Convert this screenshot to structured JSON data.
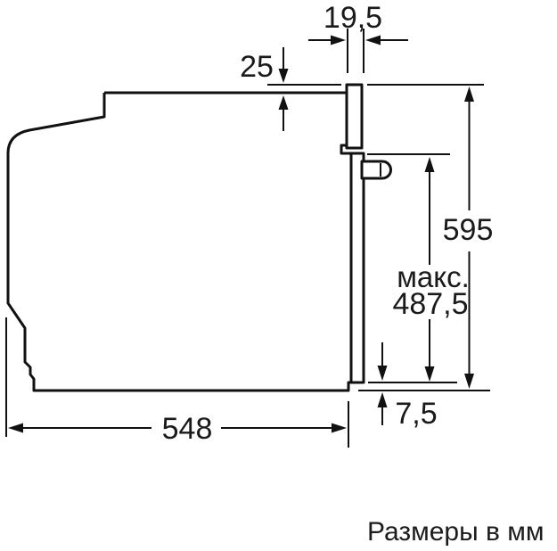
{
  "diagram": {
    "type": "technical-drawing",
    "subject": "built-in-oven-side-view",
    "units": "mm",
    "footer_label": "Размеры в мм",
    "dimensions": {
      "door_thickness": {
        "value": "19,5",
        "measures": "front panel thickness"
      },
      "top_protrusion": {
        "value": "25",
        "measures": "panel overhang above body top"
      },
      "overall_height": {
        "value": "595",
        "measures": "total height"
      },
      "max_recess": {
        "prefix": "макс.",
        "value": "487,5",
        "measures": "max height from handle ledge to door bottom"
      },
      "bottom_clearance": {
        "value": "7,5",
        "measures": "gap between door bottom and body bottom"
      },
      "body_depth": {
        "value": "548",
        "measures": "body depth"
      }
    }
  },
  "colors": {
    "background": "#ffffff",
    "line": "#111111",
    "text": "#1a1a1a"
  }
}
